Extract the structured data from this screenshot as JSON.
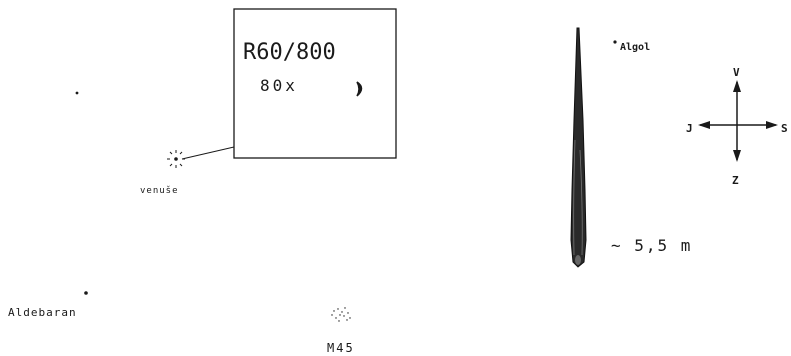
{
  "telescope_view": {
    "telescope": "R60/800",
    "magnification": "80x"
  },
  "objects": {
    "venus": "venuše",
    "algol": "Algol",
    "aldebaran": "Aldebaran",
    "pleiades": "M45"
  },
  "comet_tail_length": "~ 5,5 m",
  "compass": {
    "north": "V",
    "south": "Z",
    "west": "J",
    "east": "S"
  },
  "colors": {
    "ink": "#1a1a1a",
    "background": "#ffffff"
  }
}
